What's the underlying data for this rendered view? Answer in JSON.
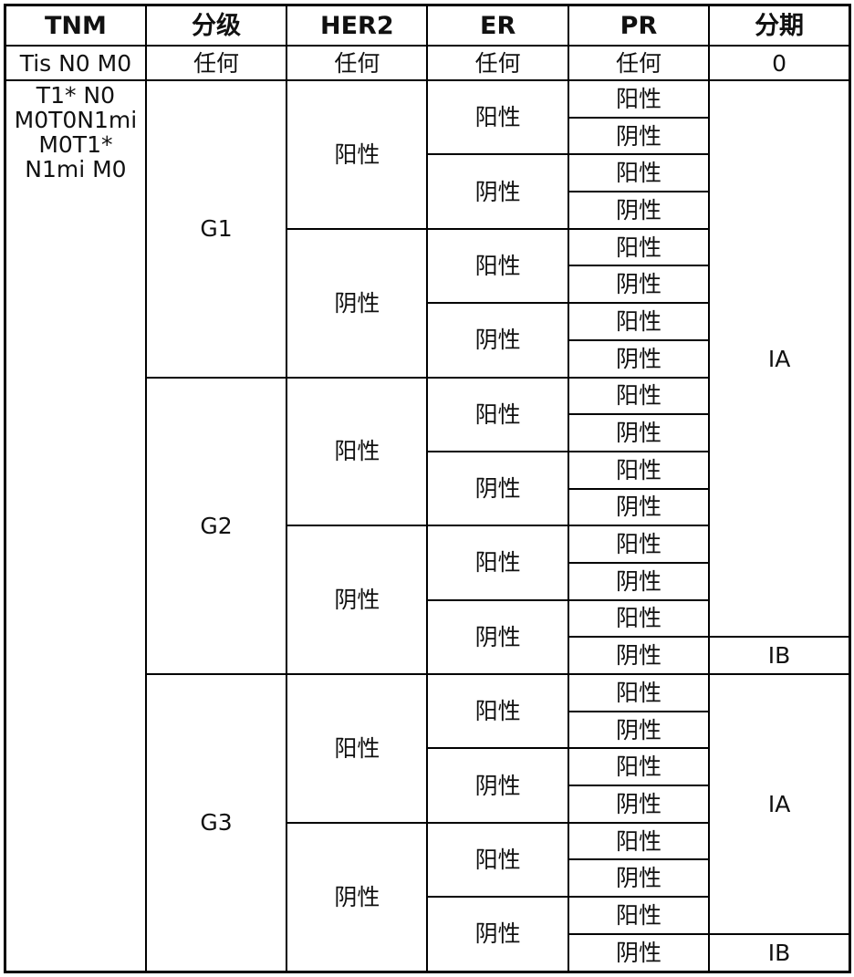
{
  "header": [
    "TNM",
    "分级",
    "HER2",
    "ER",
    "PR",
    "分期"
  ],
  "first_row": [
    "Tis N0 M0",
    "任何",
    "任何",
    "任何",
    "任何",
    "0"
  ],
  "tnm_group": "T1* N0 M0T0N1mi M0T1* N1mi M0",
  "grades": [
    "G1",
    "G2",
    "G3"
  ],
  "her2_values": [
    "阳性",
    "阴性"
  ],
  "er_values": [
    "阳性",
    "阴性"
  ],
  "pr_values": [
    "阳性",
    "阴性"
  ],
  "stages": [
    {
      "label": "IA",
      "rows": 15
    },
    {
      "label": "IB",
      "rows": 1
    },
    {
      "label": "IA",
      "rows": 7
    },
    {
      "label": "IB",
      "rows": 1
    }
  ]
}
